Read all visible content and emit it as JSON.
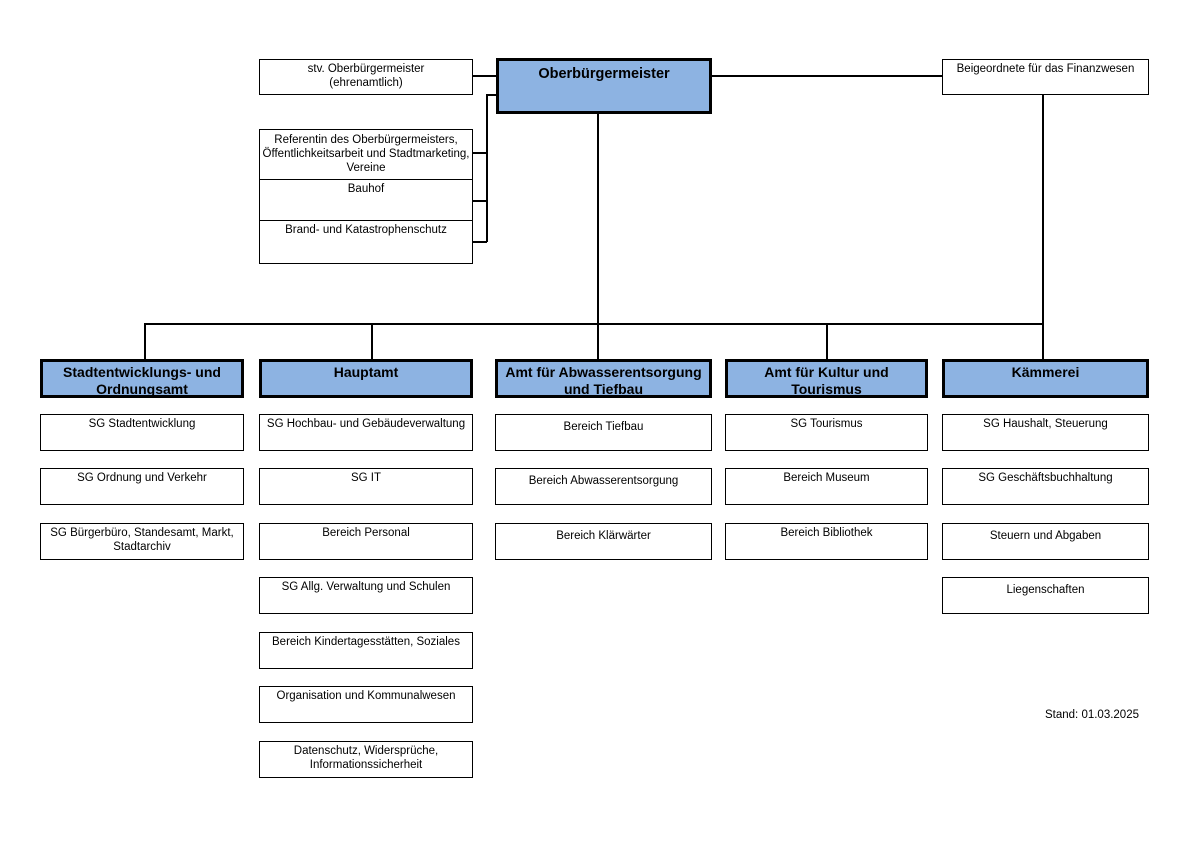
{
  "top": {
    "mayor": "Oberbürgermeister",
    "deputy": "stv. Oberbürgermeister\n(ehrenamtlich)",
    "finance_deputy": "Beigeordnete für das Finanzwesen",
    "staff": [
      "Referentin des Oberbürgermeisters, Öffentlichkeitsarbeit und Stadtmarketing, Vereine",
      "Bauhof",
      "Brand- und Katastrophenschutz"
    ]
  },
  "departments": [
    {
      "title": "Stadtentwicklungs- und Ordnungsamt",
      "units": [
        "SG Stadtentwicklung",
        "SG Ordnung und Verkehr",
        "SG Bürgerbüro, Standesamt, Markt, Stadtarchiv"
      ]
    },
    {
      "title": "Hauptamt",
      "units": [
        "SG Hochbau- und Gebäudeverwaltung",
        "SG IT",
        "Bereich Personal",
        "SG Allg. Verwaltung und Schulen",
        "Bereich Kindertagesstätten, Soziales",
        "Organisation und Kommunalwesen",
        "Datenschutz, Widersprüche, Informationssicherheit"
      ]
    },
    {
      "title": "Amt für Abwasserentsorgung und Tiefbau",
      "units": [
        "Bereich Tiefbau",
        "Bereich Abwasserentsorgung",
        "Bereich Klärwärter"
      ]
    },
    {
      "title": "Amt für Kultur und Tourismus",
      "units": [
        "SG Tourismus",
        "Bereich Museum",
        "Bereich Bibliothek"
      ]
    },
    {
      "title": "Kämmerei",
      "units": [
        "SG Haushalt, Steuerung",
        "SG Geschäftsbuchhaltung",
        "Steuern und Abgaben",
        "Liegenschaften"
      ]
    }
  ],
  "stand": "Stand: 01.03.2025",
  "colors": {
    "head_fill": "#8db3e2",
    "line": "#000000"
  }
}
